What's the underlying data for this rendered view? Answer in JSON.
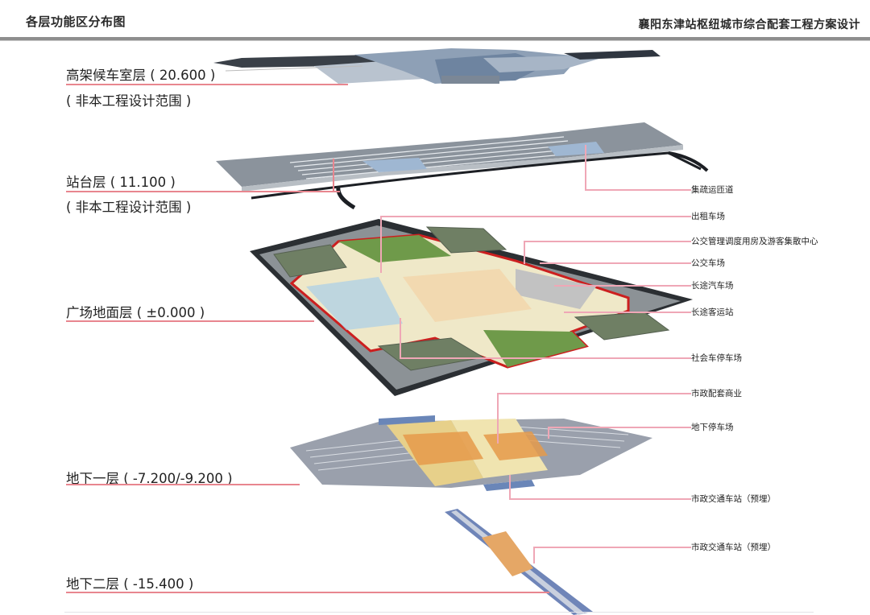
{
  "header": {
    "title_left": "各层功能区分布图",
    "title_right": "襄阳东津站枢纽城市综合配套工程方案设计"
  },
  "levels": [
    {
      "name": "elevated-waiting-hall",
      "label": "高架候车室层 ( 20.600 )",
      "note": "( 非本工程设计范围 )",
      "elevation": "20.600"
    },
    {
      "name": "platform-level",
      "label": "站台层 ( 11.100 )",
      "note": "( 非本工程设计范围 )",
      "elevation": "11.100"
    },
    {
      "name": "plaza-ground-level",
      "label": "广场地面层 ( ±0.000 )",
      "note": "",
      "elevation": "±0.000"
    },
    {
      "name": "basement-1",
      "label": "地下一层 ( -7.200/-9.200 )",
      "note": "",
      "elevation": "-7.200/-9.200"
    },
    {
      "name": "basement-2",
      "label": "地下二层 ( -15.400 )",
      "note": "",
      "elevation": "-15.400"
    }
  ],
  "callouts": [
    {
      "label": "集疏运匝道"
    },
    {
      "label": "出租车场"
    },
    {
      "label": "公交管理调度用房及游客集散中心"
    },
    {
      "label": "公交车场"
    },
    {
      "label": "长途汽车场"
    },
    {
      "label": "长途客运站"
    },
    {
      "label": "社会车停车场"
    },
    {
      "label": "市政配套商业"
    },
    {
      "label": "地下停车场"
    },
    {
      "label": "市政交通车站（预埋）"
    },
    {
      "label": "市政交通车站（预埋）"
    }
  ],
  "colors": {
    "leader_line": "#e8868f",
    "callout_line": "#efa7b6",
    "plaza_boundary": "#cc1f1f",
    "plaza_base": "#2b2f33",
    "building_roof": "#6f7f64",
    "header_rule": "#8e8e8e"
  }
}
